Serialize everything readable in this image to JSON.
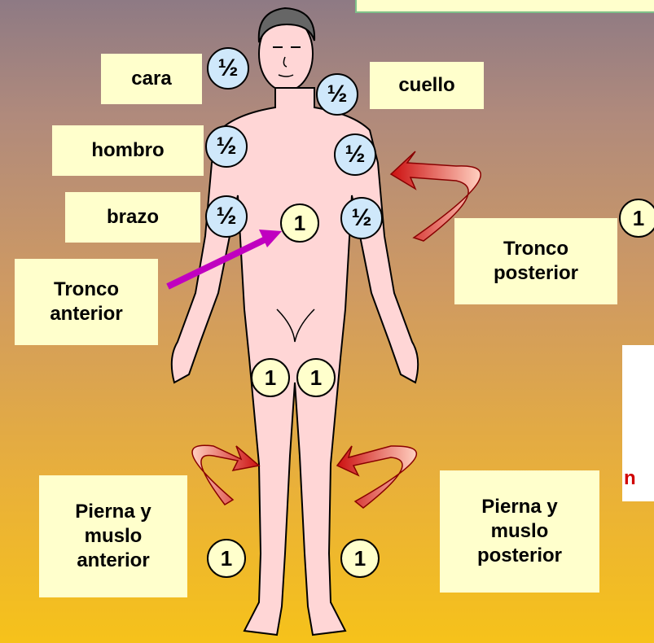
{
  "labels": {
    "cara": "cara",
    "cuello": "cuello",
    "hombro": "hombro",
    "brazo": "brazo",
    "tronco_anterior": [
      "Tronco",
      "anterior"
    ],
    "tronco_posterior": [
      "Tronco",
      "posterior"
    ],
    "pierna_anterior": [
      "Pierna y",
      "muslo",
      "anterior"
    ],
    "pierna_posterior": [
      "Pierna y",
      "muslo",
      "posterior"
    ]
  },
  "badges": {
    "half": "½",
    "one": "1"
  },
  "partial_text": "n",
  "colors": {
    "label_bg": "#ffffcc",
    "half_badge_bg": "#cfe8fb",
    "body_fill": "#ffd6d6",
    "arrow_red": "#cc0000",
    "arrow_magenta": "#c000c0",
    "note_red": "#d00000"
  }
}
